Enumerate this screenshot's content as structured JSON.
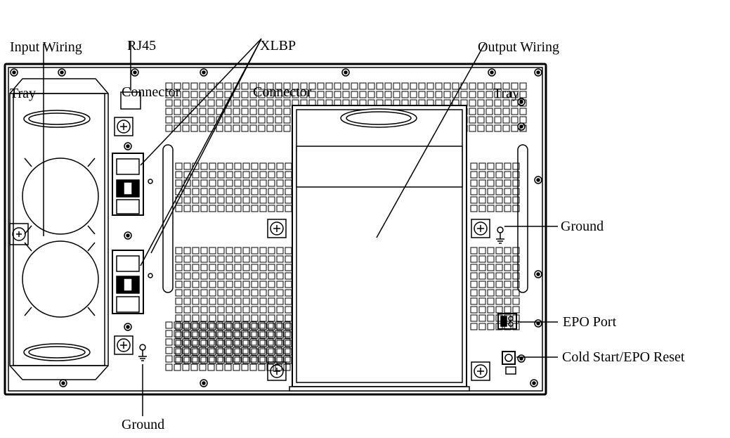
{
  "labels": {
    "input_wiring_tray": [
      "Input Wiring",
      "Tray"
    ],
    "rj45_connector": [
      "RJ45",
      "Connector"
    ],
    "xlbp_connector": [
      "XLBP",
      "Connector"
    ],
    "output_wiring_tray": [
      "Output Wiring",
      "Tray"
    ],
    "ground_right": "Ground",
    "epo_port": "EPO Port",
    "cold_start_epo_reset": "Cold Start/EPO Reset",
    "ground_bottom": "Ground"
  },
  "colors": {
    "line": "#000000",
    "background": "#ffffff"
  }
}
